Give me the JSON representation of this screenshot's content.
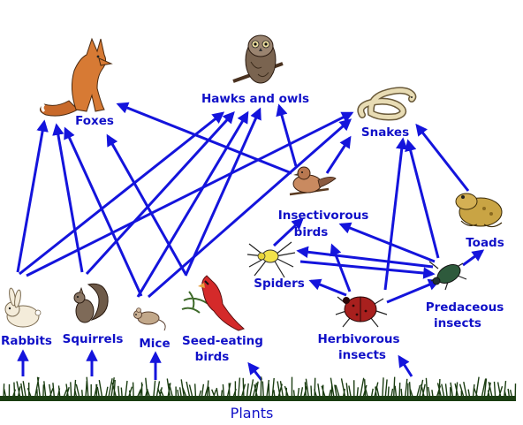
{
  "colors": {
    "label": "#1010c8",
    "arrow": "#1414dc",
    "grass": "#1b3d12",
    "background": "#ffffff"
  },
  "labels": {
    "foxes": "Foxes",
    "hawks_owls": "Hawks and owls",
    "snakes": "Snakes",
    "insectivorous_1": "Insectivorous",
    "insectivorous_2": "birds",
    "toads": "Toads",
    "spiders": "Spiders",
    "predaceous_1": "Predaceous",
    "predaceous_2": "insects",
    "rabbits": "Rabbits",
    "squirrels": "Squirrels",
    "mice": "Mice",
    "seed_1": "Seed-eating",
    "seed_2": "birds",
    "herbivorous_1": "Herbivorous",
    "herbivorous_2": "insects",
    "plants": "Plants"
  },
  "icons": {
    "fox": "fox-icon",
    "owl": "owl-icon",
    "snake": "snake-icon",
    "bird": "insectivorous-bird-icon",
    "toad": "toad-icon",
    "spider": "spider-icon",
    "beetle": "predaceous-beetle-icon",
    "rabbit": "rabbit-icon",
    "squirrel": "squirrel-icon",
    "mouse": "mouse-icon",
    "cardinal": "cardinal-icon",
    "bug": "herbivorous-bug-icon",
    "grass": "grass-icon"
  },
  "relations": [
    {
      "from": "rabbits",
      "to": "foxes"
    },
    {
      "from": "squirrels",
      "to": "foxes"
    },
    {
      "from": "mice",
      "to": "foxes"
    },
    {
      "from": "seed_eating_birds",
      "to": "foxes"
    },
    {
      "from": "insectivorous_birds",
      "to": "foxes"
    },
    {
      "from": "rabbits",
      "to": "hawks_owls"
    },
    {
      "from": "squirrels",
      "to": "hawks_owls"
    },
    {
      "from": "mice",
      "to": "hawks_owls"
    },
    {
      "from": "seed_eating_birds",
      "to": "hawks_owls"
    },
    {
      "from": "insectivorous_birds",
      "to": "hawks_owls"
    },
    {
      "from": "rabbits",
      "to": "snakes"
    },
    {
      "from": "mice",
      "to": "snakes"
    },
    {
      "from": "insectivorous_birds",
      "to": "snakes"
    },
    {
      "from": "herbivorous_insects",
      "to": "snakes"
    },
    {
      "from": "toads",
      "to": "snakes"
    },
    {
      "from": "predaceous_insects",
      "to": "snakes"
    },
    {
      "from": "spiders",
      "to": "insectivorous_birds"
    },
    {
      "from": "herbivorous_insects",
      "to": "insectivorous_birds"
    },
    {
      "from": "predaceous_insects",
      "to": "insectivorous_birds"
    },
    {
      "from": "predaceous_insects",
      "to": "spiders"
    },
    {
      "from": "spiders",
      "to": "predaceous_insects"
    },
    {
      "from": "predaceous_insects",
      "to": "toads"
    },
    {
      "from": "herbivorous_insects",
      "to": "spiders"
    },
    {
      "from": "herbivorous_insects",
      "to": "predaceous_insects"
    },
    {
      "from": "plants",
      "to": "rabbits"
    },
    {
      "from": "plants",
      "to": "squirrels"
    },
    {
      "from": "plants",
      "to": "mice"
    },
    {
      "from": "plants",
      "to": "seed_eating_birds"
    },
    {
      "from": "plants",
      "to": "herbivorous_insects"
    }
  ]
}
